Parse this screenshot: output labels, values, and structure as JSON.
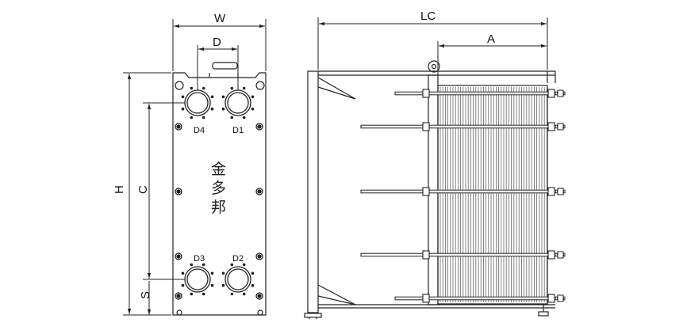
{
  "dimensions": {
    "W": "W",
    "D": "D",
    "H": "H",
    "C": "C",
    "S": "S",
    "LC": "LC",
    "A": "A"
  },
  "ports": {
    "top_left": "D4",
    "top_right": "D1",
    "bottom_left": "D3",
    "bottom_right": "D2"
  },
  "logo_text": [
    "金",
    "多",
    "邦"
  ]
}
